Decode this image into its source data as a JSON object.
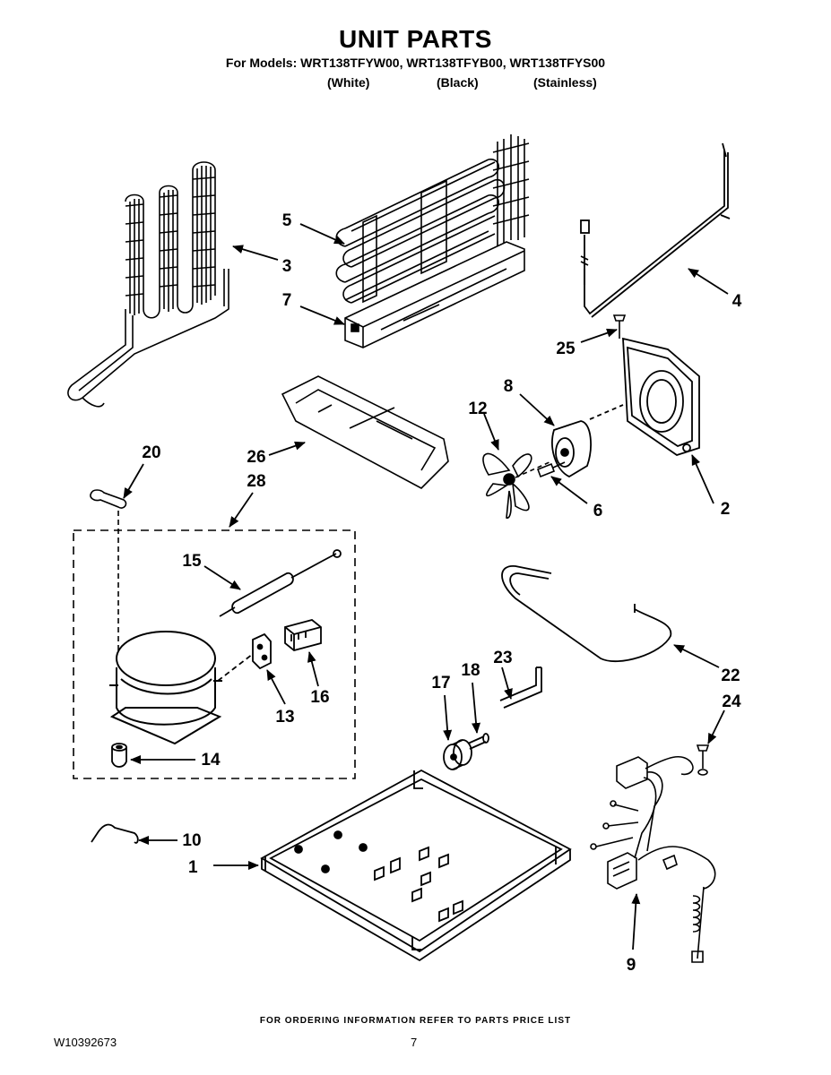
{
  "header": {
    "title": "UNIT PARTS",
    "models": "For Models: WRT138TFYW00, WRT138TFYB00, WRT138TFYS00",
    "variants": [
      "(White)",
      "(Black)",
      "(Stainless)"
    ]
  },
  "callouts": [
    "1",
    "2",
    "3",
    "4",
    "5",
    "6",
    "7",
    "8",
    "9",
    "10",
    "12",
    "13",
    "14",
    "15",
    "16",
    "17",
    "18",
    "20",
    "22",
    "23",
    "24",
    "25",
    "26",
    "28"
  ],
  "footer": {
    "ordering": "FOR ORDERING INFORMATION REFER TO PARTS PRICE LIST",
    "doc_number": "W10392673",
    "page_number": "7"
  }
}
